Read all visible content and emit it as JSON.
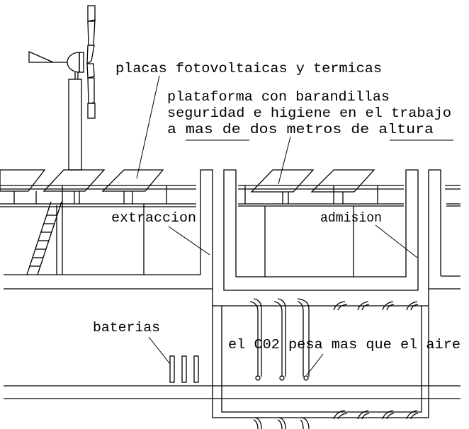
{
  "labels": {
    "placas": "placas fotovoltaicas y termicas",
    "plataforma_1": "plataforma con barandillas",
    "plataforma_2": "seguridad e higiene en el trabajo",
    "plataforma_3": "a mas de dos metros de altura",
    "extraccion": "extraccion",
    "admision": "admision",
    "baterias": "baterias",
    "co2": "el C02 pesa mas que el aire"
  },
  "colors": {
    "line": "#000000",
    "background": "#ffffff"
  }
}
